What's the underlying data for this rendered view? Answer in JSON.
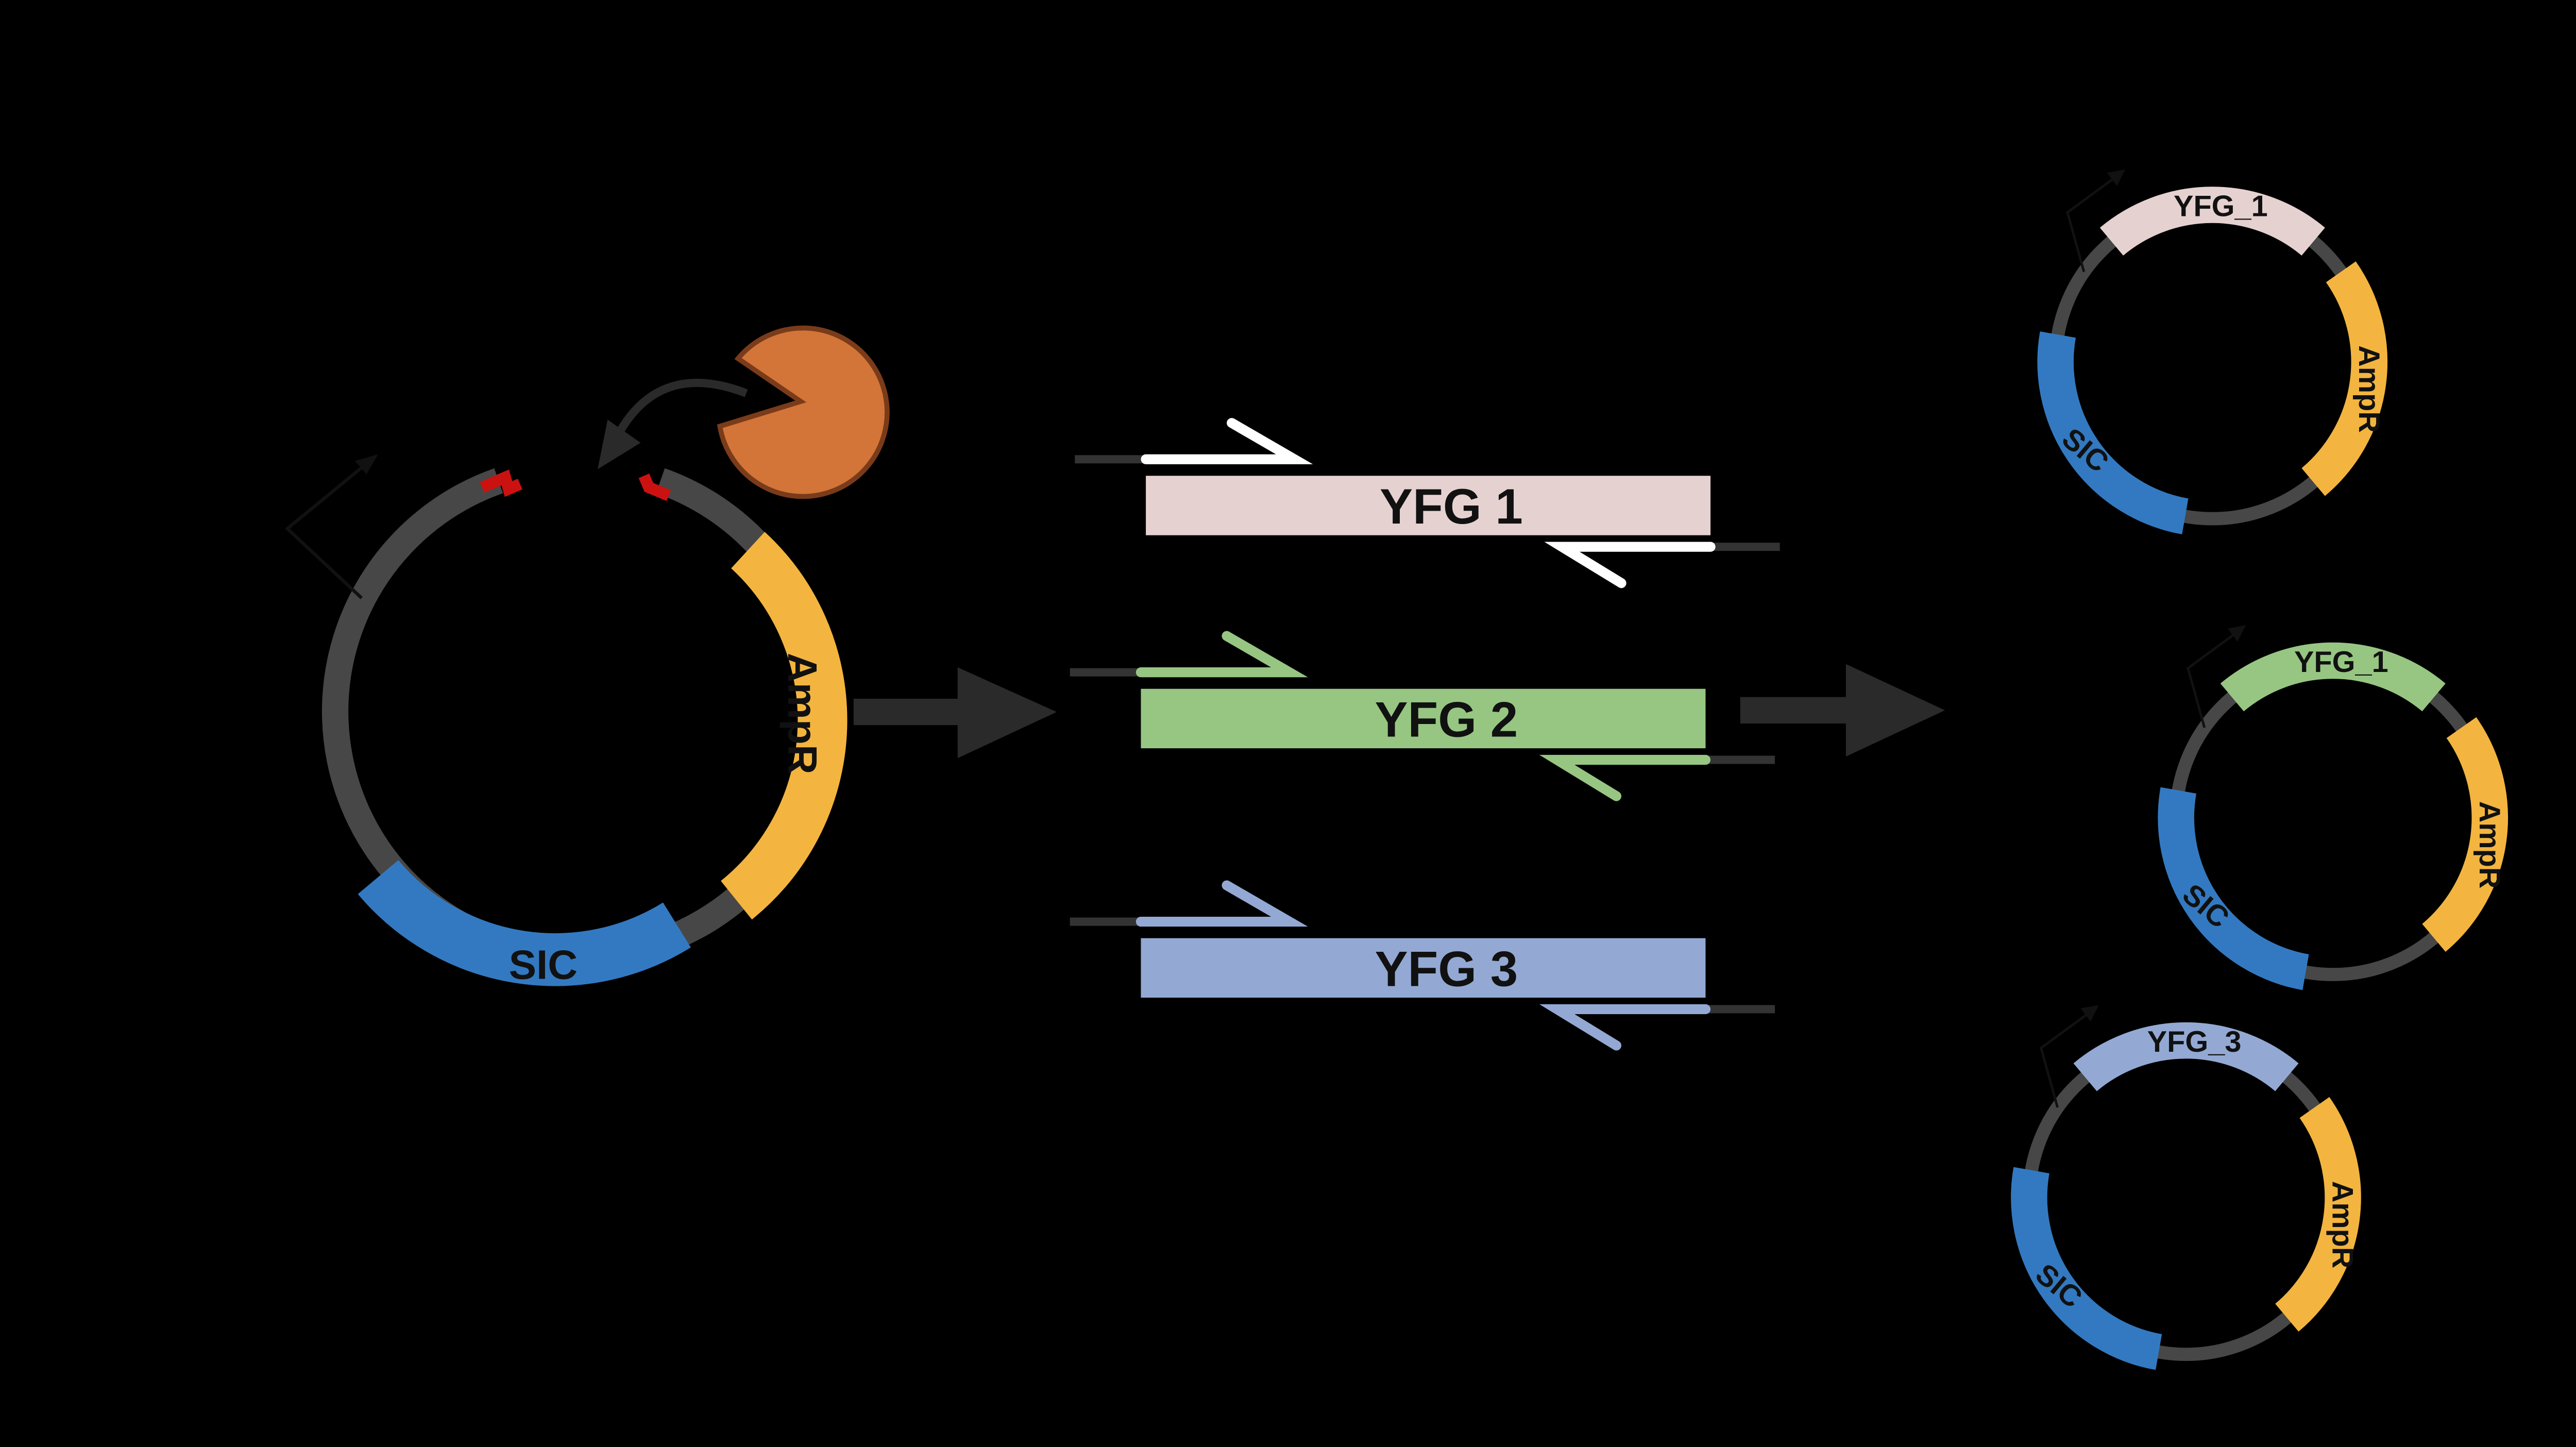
{
  "vector": {
    "marker_label": "SIC",
    "resistance_label": "AmpR"
  },
  "genes": [
    {
      "label": "YFG  1",
      "color": "#e6d1d1",
      "primer_color": "#ffffff"
    },
    {
      "label": "YFG  2",
      "color": "#97c683",
      "primer_color": "#97c683"
    },
    {
      "label": "YFG  3",
      "color": "#93a9d4",
      "primer_color": "#93a9d4"
    }
  ],
  "products": [
    {
      "gene_label": "YFG_1",
      "gene_color": "#e6d1d1",
      "marker_label": "SIC",
      "resistance_label": "AmpR"
    },
    {
      "gene_label": "YFG_1",
      "gene_color": "#97c683",
      "marker_label": "SIC",
      "resistance_label": "AmpR"
    },
    {
      "gene_label": "YFG_3",
      "gene_color": "#93a9d4",
      "marker_label": "SIC",
      "resistance_label": "AmpR"
    }
  ],
  "colors": {
    "backbone": "#474747",
    "marker": "#3379c1",
    "resistance": "#f3b53f",
    "restriction_site": "#cc1111",
    "enzyme": "#d37538",
    "enzyme_outline": "#7a3b1a",
    "arrow": "#2a2a2a"
  }
}
